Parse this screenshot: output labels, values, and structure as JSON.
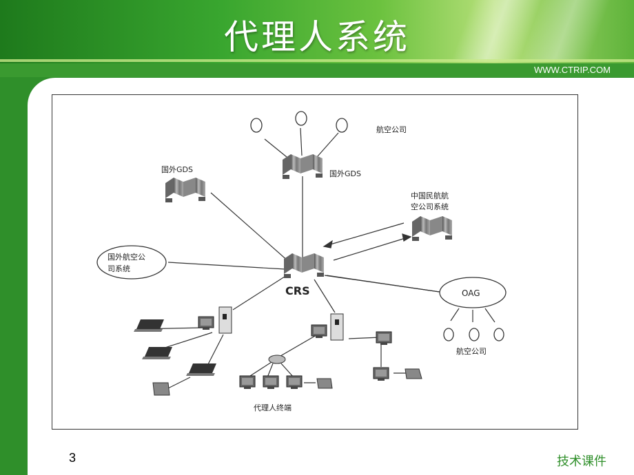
{
  "slide": {
    "title": "代理人系统",
    "url": "WWW.CTRIP.COM",
    "page_number": "3",
    "footer_label": "技术课件"
  },
  "diagram": {
    "airlines_top": "航空公司",
    "gds_foreign_left": "国外GDS",
    "gds_foreign_top": "国外GDS",
    "caac_line1": "中国民航航",
    "caac_line2": "空公司系统",
    "foreign_airline_line1": "国外航空公",
    "foreign_airline_line2": "司系统",
    "crs": "CRS",
    "oag": "OAG",
    "airlines_oag": "航空公司",
    "agent_terminals": "代理人终端"
  },
  "colors": {
    "brand_green": "#2f8f2a",
    "white": "#ffffff"
  }
}
